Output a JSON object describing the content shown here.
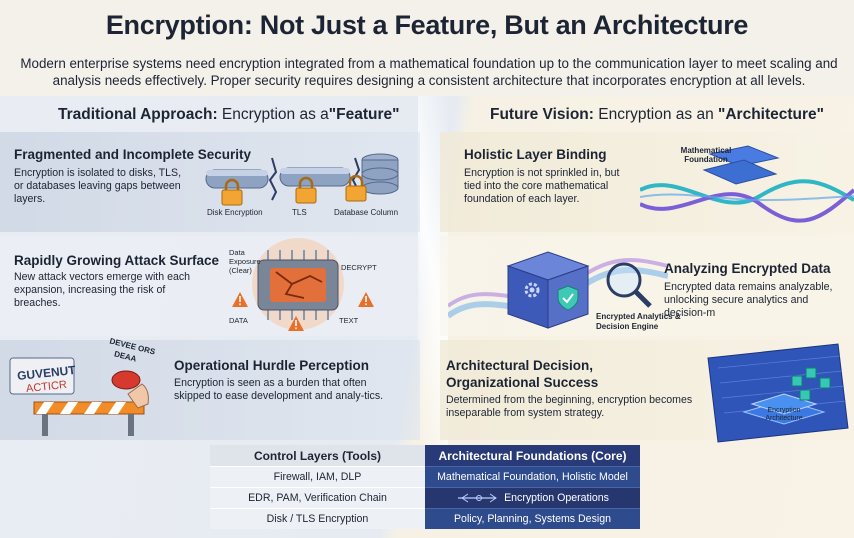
{
  "title": "Encryption: Not Just a Feature, But an Architecture",
  "intro": "Modern enterprise systems need encryption integrated from a mathematical foundation up to the communication layer to meet scaling and analysis needs effectively. Proper security requires designing a consistent architecture that incorporates encryption at all levels.",
  "left": {
    "heading_bold": "Traditional Approach:",
    "heading_rest": "Encryption as a",
    "heading_quote": "\"Feature\"",
    "sections": [
      {
        "title": "Fragmented and Incomplete Security",
        "body": "Encryption is isolated to disks, TLS, or databases leaving gaps between layers.",
        "labels": [
          "Disk Encryption",
          "TLS",
          "Database Column"
        ]
      },
      {
        "title": "Rapidly Growing Attack Surface",
        "body": "New attack vectors emerge with each expansion, increasing the risk of breaches.",
        "labels": [
          "Data Exposure (Clear)",
          "DECRYPT",
          "DATA",
          "TEXT"
        ]
      },
      {
        "title": "Operational Hurdle Perception",
        "body": "Encryption is seen as a burden that often skipped to ease development and analy-tics.",
        "labels": [
          "GUVENUT",
          "ACTICR",
          "DEVEE ORS",
          "DEAA"
        ]
      }
    ]
  },
  "right": {
    "heading_bold": "Future Vision:",
    "heading_rest": "Encryption as an",
    "heading_quote": "\"Architecture\"",
    "sections": [
      {
        "title": "Holistic Layer Binding",
        "body": "Encryption is not sprinkled in, but tied into the core mathematical foundation of each layer.",
        "labels": [
          "Mathematical Foundation"
        ]
      },
      {
        "title": "Analyzing Encrypted Data",
        "body": "Encrypted data remains analyzable, unlocking secure analytics and decision-m",
        "labels": [
          "Encrypted Analytics & Decision Engine"
        ]
      },
      {
        "title": "Architectural Decision, Organizational Success",
        "body": "Determined from the beginning, encryption becomes inseparable from system strategy.",
        "labels": [
          "Encryption Architecture"
        ]
      }
    ]
  },
  "table": {
    "header": [
      "Control Layers (Tools)",
      "Architectural Foundations (Core)"
    ],
    "rows": [
      [
        "Firewall, IAM, DLP",
        "Mathematical Foundation, Holistic Model"
      ],
      [
        "EDR, PAM, Verification Chain",
        "Encryption Operations"
      ],
      [
        "Disk / TLS Encryption",
        "Policy, Planning, Systems Design"
      ]
    ]
  },
  "colors": {
    "navy": "#283a78",
    "warning_orange": "#e8702a",
    "pipe_blue": "#7f93b5",
    "cyber_blue": "#3b6fd6",
    "teal": "#2fb7c5"
  }
}
